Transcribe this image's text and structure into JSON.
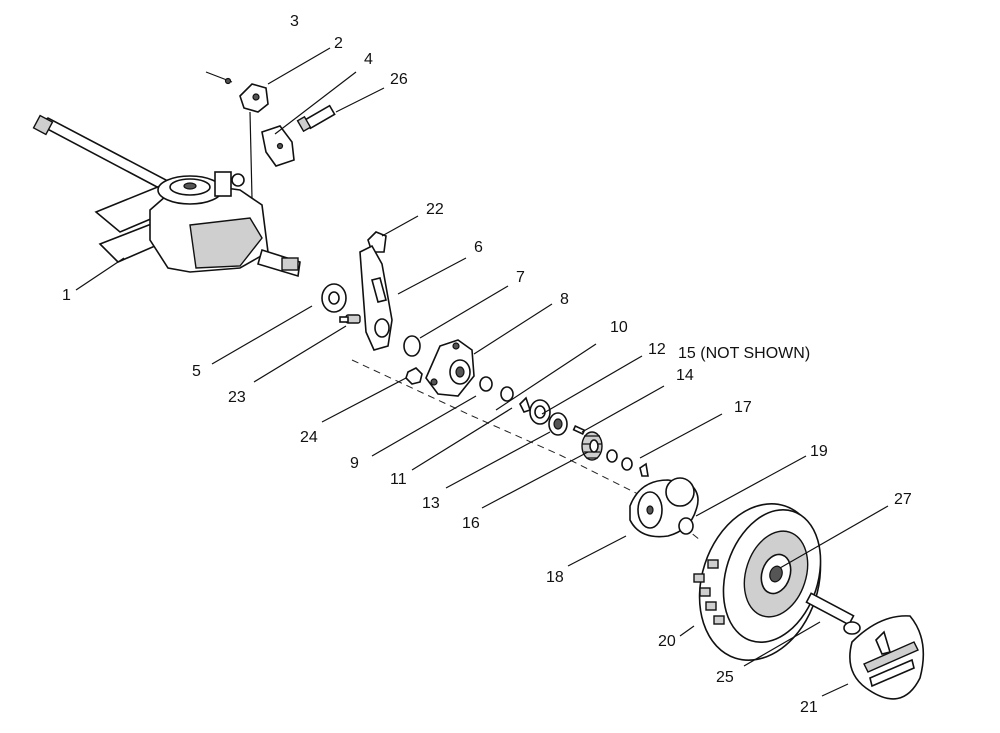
{
  "diagram": {
    "callouts": [
      {
        "id": "1",
        "text": "1"
      },
      {
        "id": "2",
        "text": "2"
      },
      {
        "id": "3",
        "text": "3"
      },
      {
        "id": "4",
        "text": "4"
      },
      {
        "id": "5",
        "text": "5"
      },
      {
        "id": "6",
        "text": "6"
      },
      {
        "id": "7",
        "text": "7"
      },
      {
        "id": "8",
        "text": "8"
      },
      {
        "id": "9",
        "text": "9"
      },
      {
        "id": "10",
        "text": "10"
      },
      {
        "id": "11",
        "text": "11"
      },
      {
        "id": "12",
        "text": "12"
      },
      {
        "id": "13",
        "text": "13"
      },
      {
        "id": "14",
        "text": "14"
      },
      {
        "id": "15",
        "text": "15 (NOT SHOWN)"
      },
      {
        "id": "16",
        "text": "16"
      },
      {
        "id": "17",
        "text": "17"
      },
      {
        "id": "18",
        "text": "18"
      },
      {
        "id": "19",
        "text": "19"
      },
      {
        "id": "20",
        "text": "20"
      },
      {
        "id": "21",
        "text": "21"
      },
      {
        "id": "22",
        "text": "22"
      },
      {
        "id": "23",
        "text": "23"
      },
      {
        "id": "24",
        "text": "24"
      },
      {
        "id": "25",
        "text": "25"
      },
      {
        "id": "26",
        "text": "26"
      },
      {
        "id": "27",
        "text": "27"
      }
    ]
  }
}
